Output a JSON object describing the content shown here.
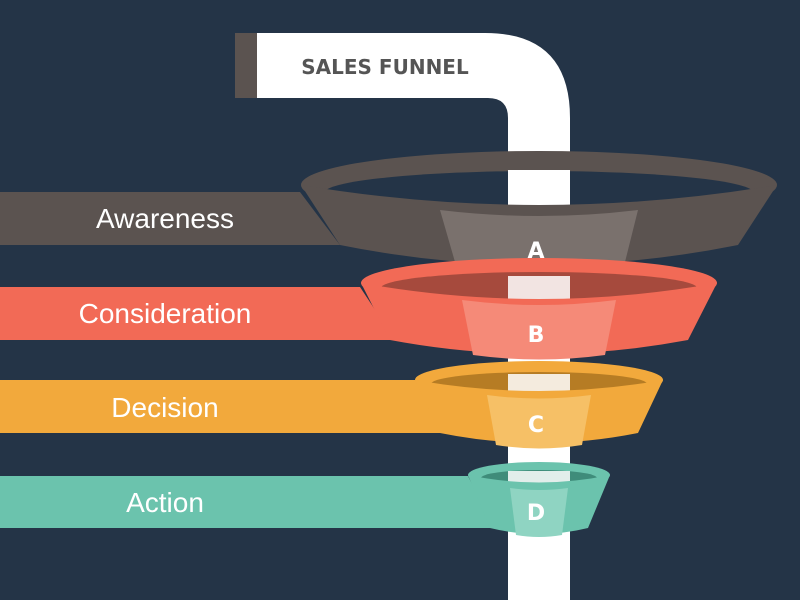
{
  "title": "SALES FUNNEL",
  "colors": {
    "background": "#243447",
    "pipe": "#ffffff",
    "awareness": "#5b5350",
    "consideration": "#f26a56",
    "decision": "#f2a93c",
    "action": "#6bc3ad"
  },
  "stages": [
    {
      "label": "Awareness",
      "letter": "A"
    },
    {
      "label": "Consideration",
      "letter": "B"
    },
    {
      "label": "Decision",
      "letter": "C"
    },
    {
      "label": "Action",
      "letter": "D"
    }
  ]
}
